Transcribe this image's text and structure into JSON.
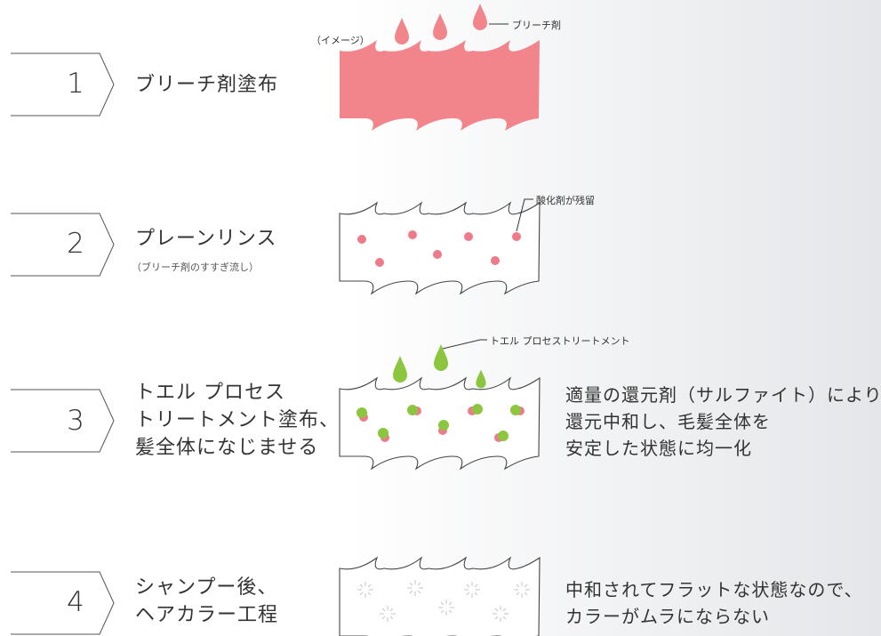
{
  "steps": [
    {
      "num": "1",
      "title": [
        "ブリーチ剤塗布"
      ]
    },
    {
      "num": "2",
      "title": [
        "プレーンリンス"
      ],
      "sub": "（ブリーチ剤のすすぎ流し）"
    },
    {
      "num": "3",
      "title": [
        "トエル プロセス",
        "トリートメント塗布、",
        "髪全体になじませる"
      ]
    },
    {
      "num": "4",
      "title": [
        "シャンプー後、",
        "ヘアカラー工程"
      ]
    }
  ],
  "labels": {
    "image_note": "（イメージ）",
    "bleach": "ブリーチ剤",
    "oxidizer": "酸化剤が残留",
    "treatment": "トエル プロセストリートメント"
  },
  "descriptions": {
    "step3": [
      "適量の還元剤（サルファイト）により",
      "還元中和し、毛髪全体を",
      "安定した状態に均一化"
    ],
    "step4": [
      "中和されてフラットな状態なので、",
      "カラーがムラにならない"
    ]
  },
  "colors": {
    "bleach_pink": "#f2848c",
    "dot_pink": "#ee7a8a",
    "treatment_green": "#8cc63f",
    "outline": "#444444"
  }
}
